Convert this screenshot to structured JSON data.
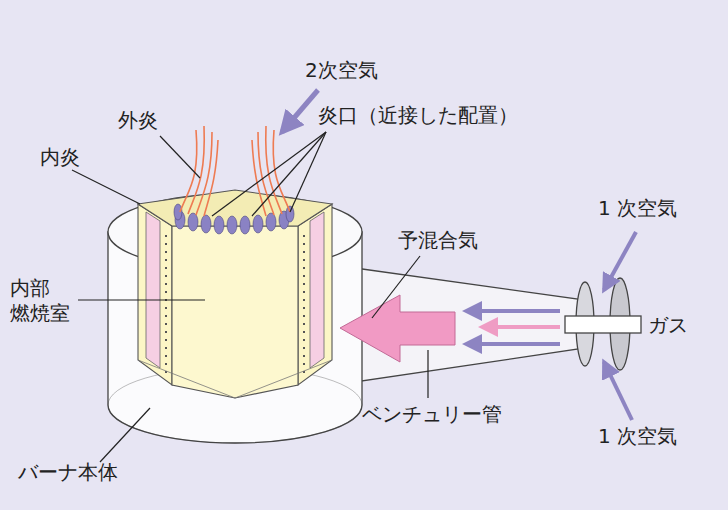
{
  "diagram": {
    "labels": [
      "2次空気",
      "外炎",
      "炎口（近接した配置）",
      "内炎",
      "1 次空気",
      "予混合気",
      "内部 燃焼室",
      "ガス",
      "ベンチュリー管",
      "1 次空気",
      "バーナ本体"
    ]
  }
}
